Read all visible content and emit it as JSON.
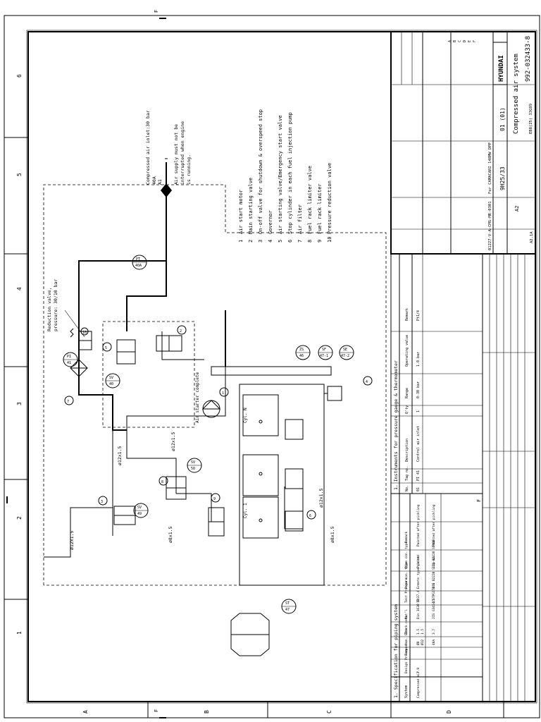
{
  "border": {
    "zone_numbers": [
      "1",
      "2",
      "3",
      "4",
      "5",
      "6"
    ],
    "zone_letters": [
      "A",
      "B",
      "C",
      "D"
    ],
    "cut_marks": [
      "F",
      "F",
      "F",
      "F"
    ]
  },
  "notes": {
    "inlet_pressure": "Compressed air inlet:30 bar",
    "inlet_size": "40A",
    "inlet_code": "A1",
    "supply_warning_1": "Air supply must not be",
    "supply_warning_2": "interrupted when engine",
    "supply_warning_3": "is running.",
    "reduction_valve_1": "Reduction valve,",
    "reduction_valve_2": "pressure: 30/10 bar",
    "air_starter": "Air starter complete"
  },
  "legend": [
    {
      "num": "1",
      "text": "Air start motor"
    },
    {
      "num": "2",
      "text": "Main starting valve"
    },
    {
      "num": "3",
      "text": "On-off valve for shutdown & overspeed stop"
    },
    {
      "num": "4",
      "text": "Governor"
    },
    {
      "num": "5",
      "text": "Air starting valve/Emergency start valve"
    },
    {
      "num": "6",
      "text": "Stop cylinder in each fuel injection pump"
    },
    {
      "num": "7",
      "text": "Air filter"
    },
    {
      "num": "8",
      "text": "Fuel rack limiter valve"
    },
    {
      "num": "9",
      "text": "Fuel rack limiter"
    },
    {
      "num": "10",
      "text": "Pressure reduction valve"
    }
  ],
  "instruments": {
    "pi1": "PI",
    "pi1b": "41",
    "pt": "PT",
    "ptb": "40A",
    "sv49": "SV",
    "sv49b": "49",
    "sv50": "SV",
    "sv50b": "50",
    "sv40": "SV",
    "sv40b": "40",
    "zs": "ZS",
    "zsb": "46",
    "sf": "SF",
    "sfb": "47-1",
    "se": "SE",
    "seb": "47-2",
    "st": "ST",
    "stb": "47"
  },
  "pipe_labels": {
    "a": "ø12x1.5",
    "b": "ø12x1.5",
    "c": "ø8x1.5",
    "d": "ø12x1.5",
    "e": "ø8x1.5",
    "f": "ø12x1.5"
  },
  "cylinders": {
    "first": "Cyl. 1",
    "last": "Cyl. N"
  },
  "pipe_spec": {
    "title": "1. Specification for piping system",
    "headers": [
      "System",
      "Design Pressure",
      "Temp.",
      "Nom. Size",
      "Thick ness",
      "Mat'l",
      "Test Pressure",
      "Pipe con. type",
      "Pipe con. type",
      "Remark"
    ],
    "rows": [
      [
        "Compressed air",
        "7.9",
        "",
        "Ø8",
        "1.5",
        "Din 1630 St37.4",
        "15",
        "Ermeto type joint",
        "Pointed",
        "Painted after pickling"
      ],
      [
        "",
        "",
        "",
        "Ø12",
        "1.5",
        "",
        "",
        "",
        "",
        ""
      ],
      [
        "",
        "",
        "",
        "40A",
        "3.7",
        "JIS G3454 STPG370-E",
        "15",
        "JIS B2220 Slip-on",
        "JIS B2220 SS400",
        "Painted after pickling"
      ]
    ]
  },
  "inst_table": {
    "title": "1. Instruments for pressure gauge & thermometer",
    "headers": [
      "No.",
      "Tag no.",
      "Description",
      "Q'ty",
      "Range",
      "Operating value",
      "Remark"
    ],
    "rows": [
      [
        "01",
        "PI 41",
        "Control air inlet",
        "1",
        "0-30 bar",
        "1.0 bar",
        "Pt1/4"
      ]
    ]
  },
  "title_block": {
    "company": "HYUNDAI",
    "drawing_name": "Compressed air system",
    "drawing_no": "992-032433-8",
    "sheet": "01 (01)",
    "size": "A2",
    "engine": "9H25/33",
    "project": "For CAMACARI 148MW DPP",
    "ref": "01227-V-A-CMS-MR-0301",
    "engine_no": "EB8(25) 33G99",
    "ship_no": "A2.1A",
    "rev_marks": [
      "A",
      "B",
      "C",
      "D",
      "E",
      "F"
    ]
  }
}
